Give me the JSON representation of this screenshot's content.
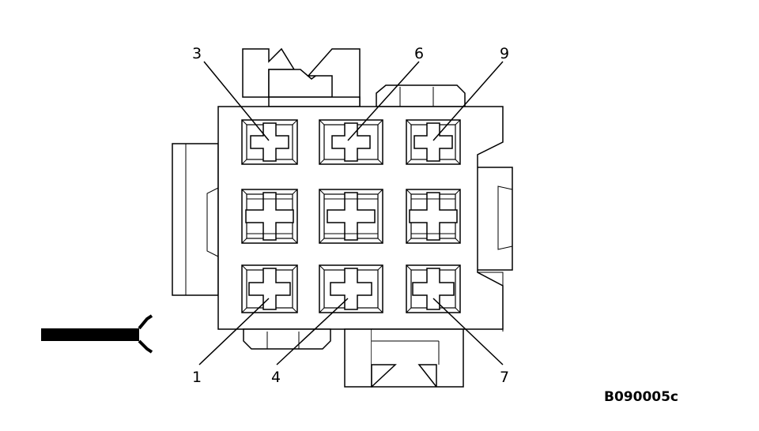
{
  "figure_code": "B090005c",
  "pin_labels": {
    "p1": "1",
    "p3": "3",
    "p4": "4",
    "p6": "6",
    "p7": "7",
    "p9": "9"
  },
  "icons": {
    "view_arrow": "wire-harness-arrow-icon"
  }
}
